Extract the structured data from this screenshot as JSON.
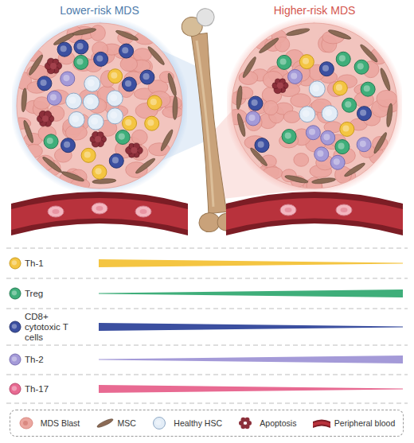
{
  "diagram": {
    "nodes": [
      {
        "text": [
          "Lower-risk MDS"
        ]
      },
      {
        "text": [
          "Higher-risk MDS"
        ]
      }
    ],
    "labels": [
      "Th-1",
      "Treg",
      "CD8+ cytotoxic T cells",
      "Th-2",
      "Th-17"
    ],
    "legend": [
      {
        "text": "MDS Blast"
      },
      {
        "text": "MSC"
      },
      {
        "text": "Healthy HSC"
      },
      {
        "text": "Apoptosis"
      },
      {
        "text": "Peripheral blood"
      }
    ]
  }
}
